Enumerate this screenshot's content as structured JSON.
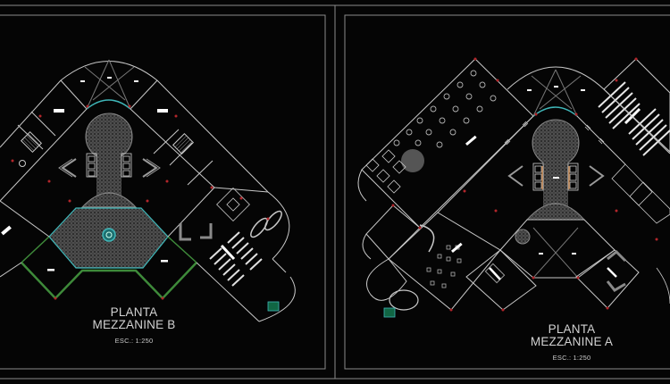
{
  "drawing": {
    "background": "#050505",
    "frame_color": "#8a8a8a",
    "wall_color": "#c8c8c8",
    "column_color": "#b3262b",
    "accent_cyan": "#3fb6b8",
    "accent_green": "#3e8a3a"
  },
  "sheets": [
    {
      "id": "mezzanine-b",
      "title_line1": "PLANTA",
      "title_line2": "MEZZANINE B",
      "scale": "ESC.: 1:250"
    },
    {
      "id": "mezzanine-a",
      "title_line1": "PLANTA",
      "title_line2": "MEZZANINE A",
      "scale": "ESC.: 1:250"
    }
  ]
}
